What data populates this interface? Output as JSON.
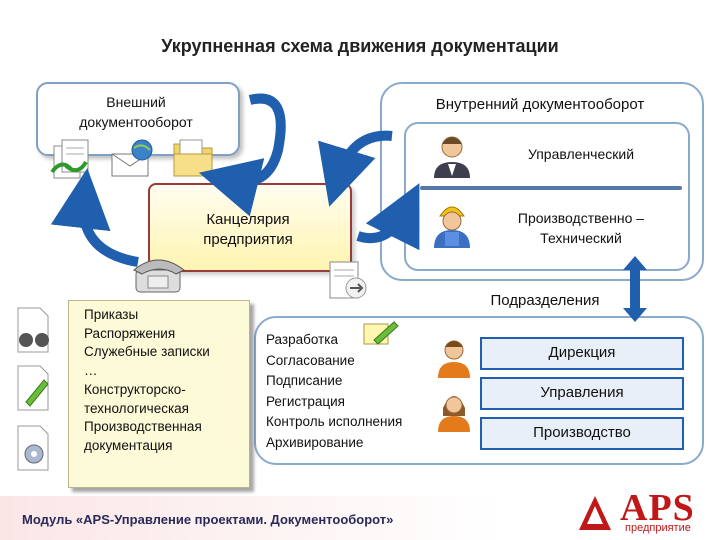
{
  "title": "Укрупненная схема движения документации",
  "external": {
    "line1": "Внешний",
    "line2": "документооборот"
  },
  "office": {
    "line1": "Канцелярия",
    "line2": "предприятия"
  },
  "internal": {
    "title": "Внутренний документооборот",
    "management": "Управленческий",
    "production_line1": "Производственно –",
    "production_line2": "Технический"
  },
  "subdivisions": {
    "title": "Подразделения",
    "items": [
      "Дирекция",
      "Управления",
      "Производство"
    ]
  },
  "document_types": [
    "Приказы",
    "Распоряжения",
    "Служебные записки",
    "…",
    "Конструкторско-",
    "технологическая",
    "Производственная",
    "документация"
  ],
  "process_steps": [
    "Разработка",
    "Согласование",
    "Подписание",
    "Регистрация",
    "Контроль исполнения",
    "Архивирование"
  ],
  "footer": "Модуль «APS-Управление проектами. Документооборот»",
  "logo": {
    "main": "APS",
    "sub": "предприятие"
  },
  "colors": {
    "arrow_blue": "#1f5fae",
    "office_border": "#9b3a3a",
    "box_border": "#8aaacc",
    "logo_red": "#c01818",
    "note_bg": "#fcfad7"
  }
}
